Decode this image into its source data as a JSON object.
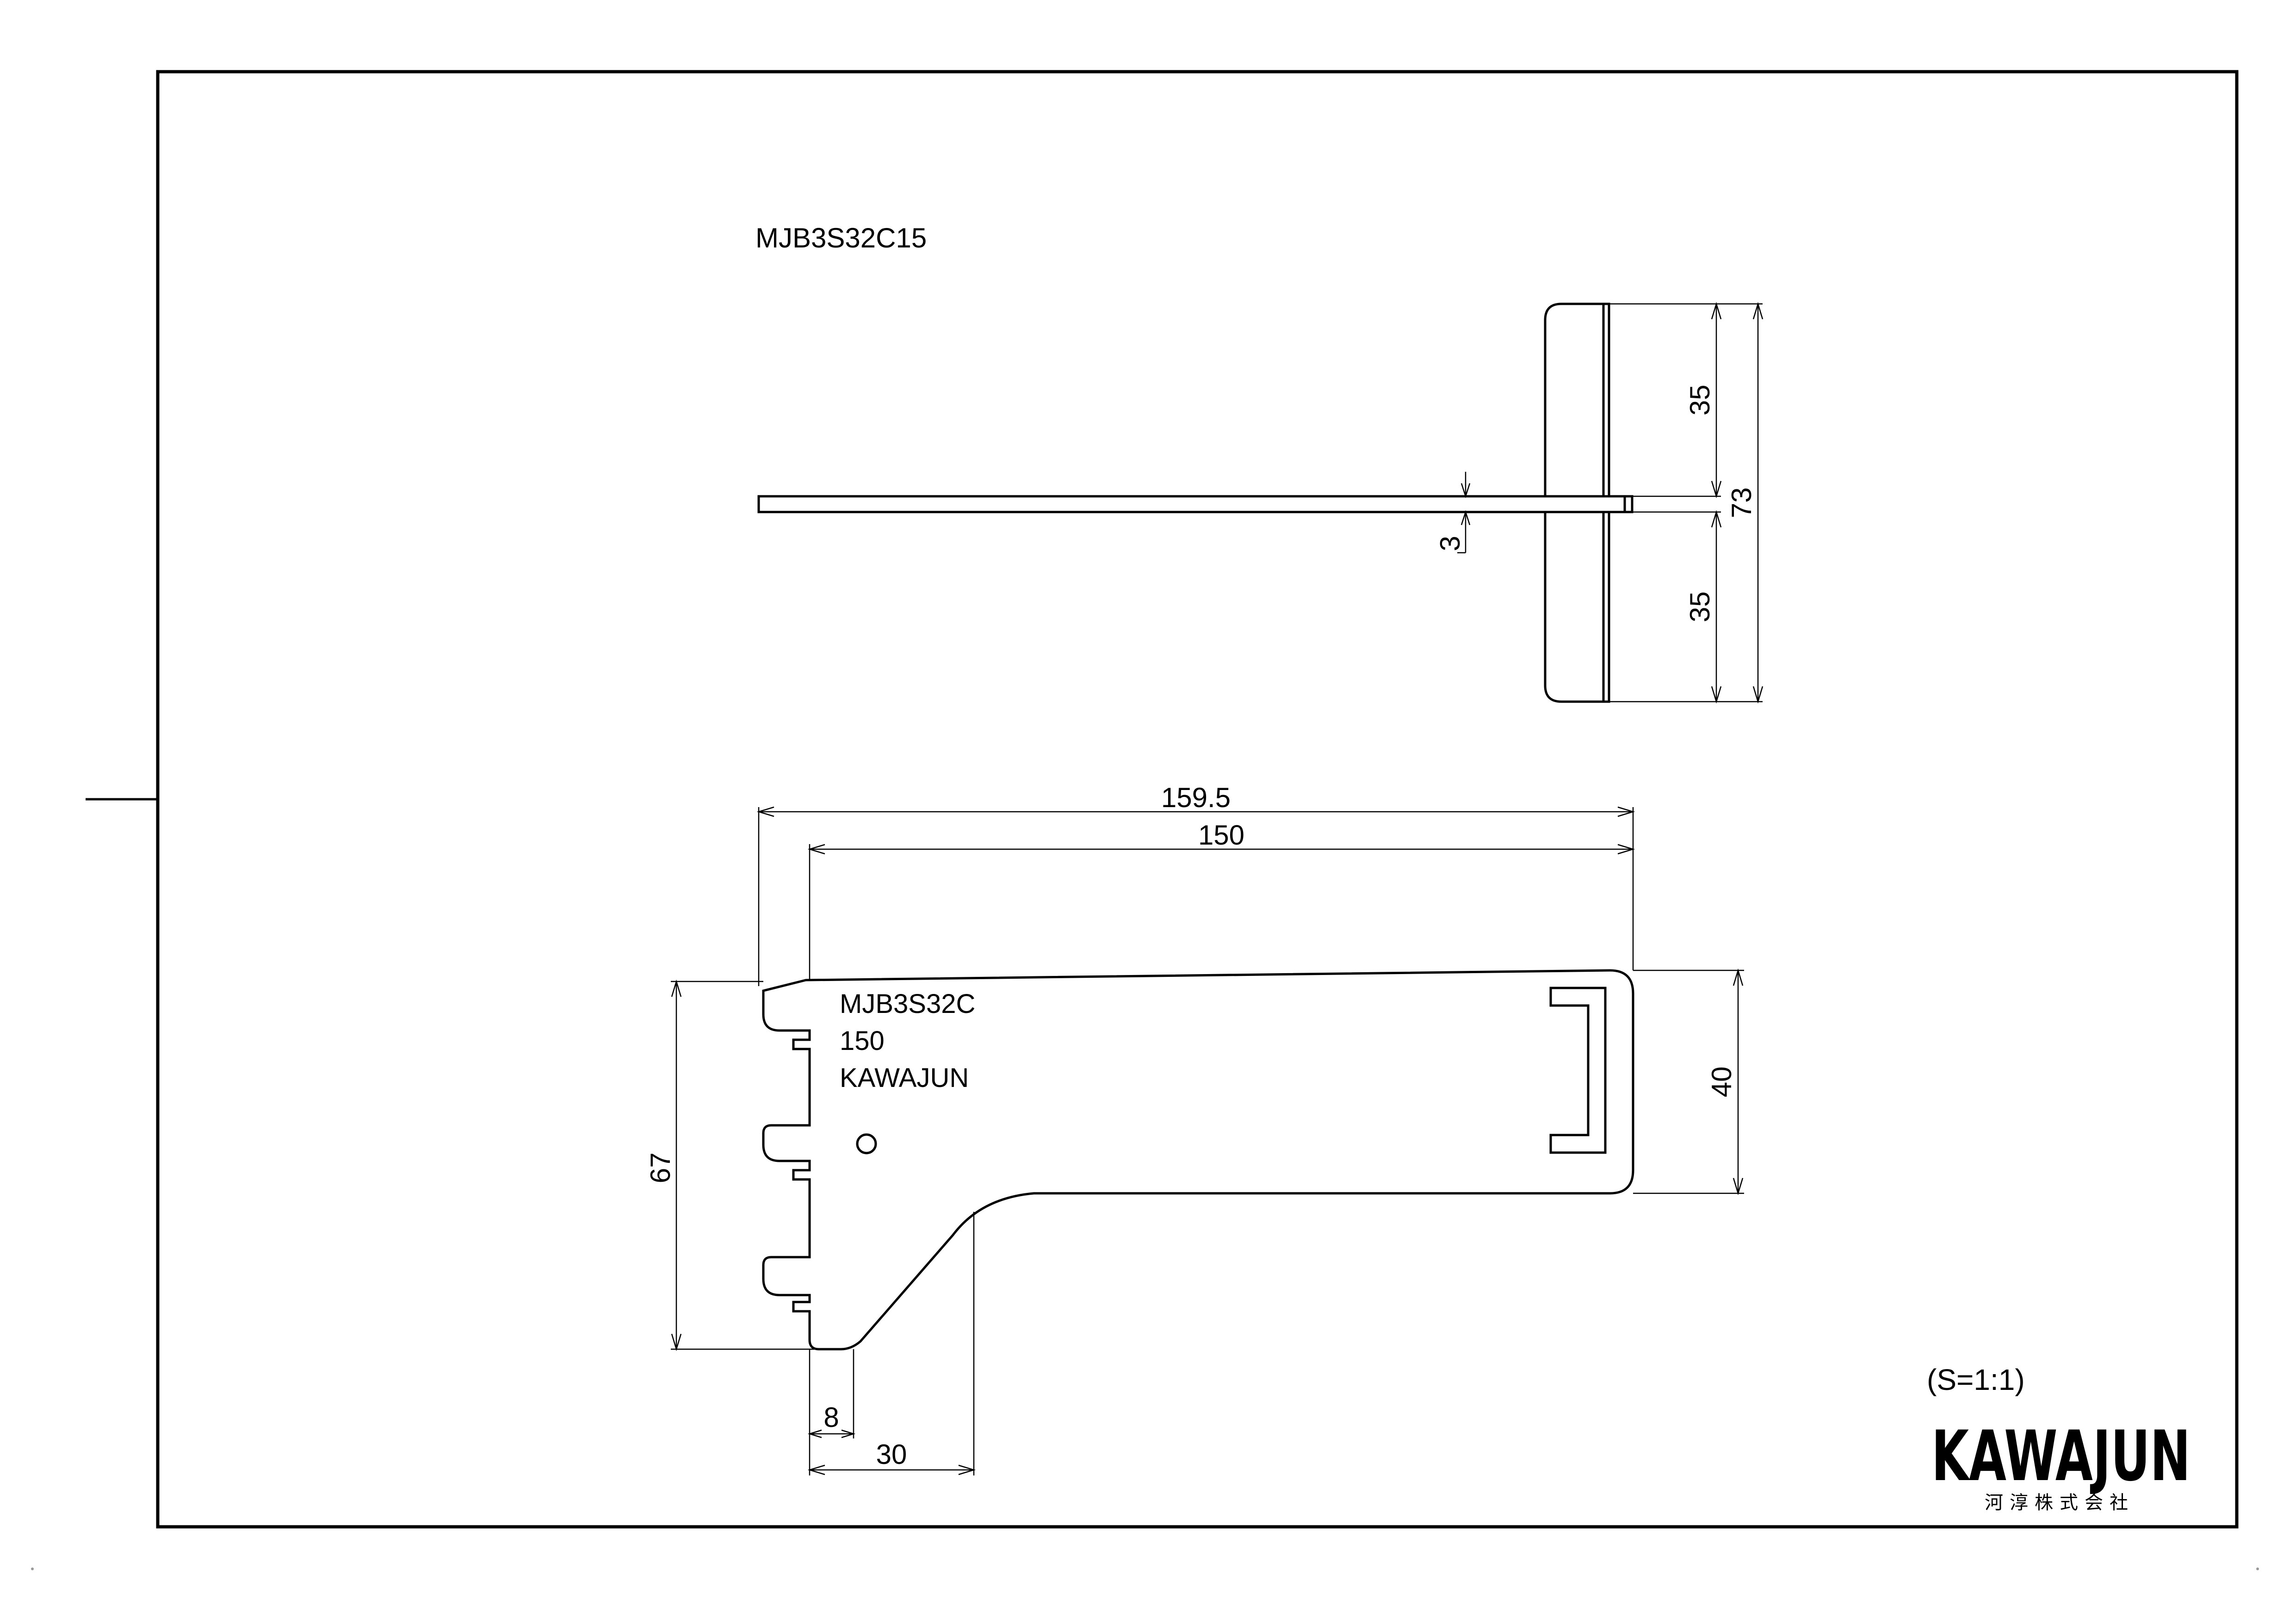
{
  "top_view": {
    "part_code": "MJB3S32C15",
    "dimensions": {
      "thickness": "3",
      "upper_height": "35",
      "lower_height": "35",
      "total_height": "73"
    }
  },
  "side_view": {
    "engraving": [
      "MJB3S32C",
      "150",
      "KAWAJUN"
    ],
    "dimensions": {
      "overall_length": "159.5",
      "arm_length": "150",
      "height": "67",
      "tip_height": "40",
      "bottom_offset": "8",
      "bottom_width": "30"
    }
  },
  "scale": "(S=1:1)",
  "logo": {
    "brand": "KAWAJUN",
    "company": "河淳株式会社"
  }
}
